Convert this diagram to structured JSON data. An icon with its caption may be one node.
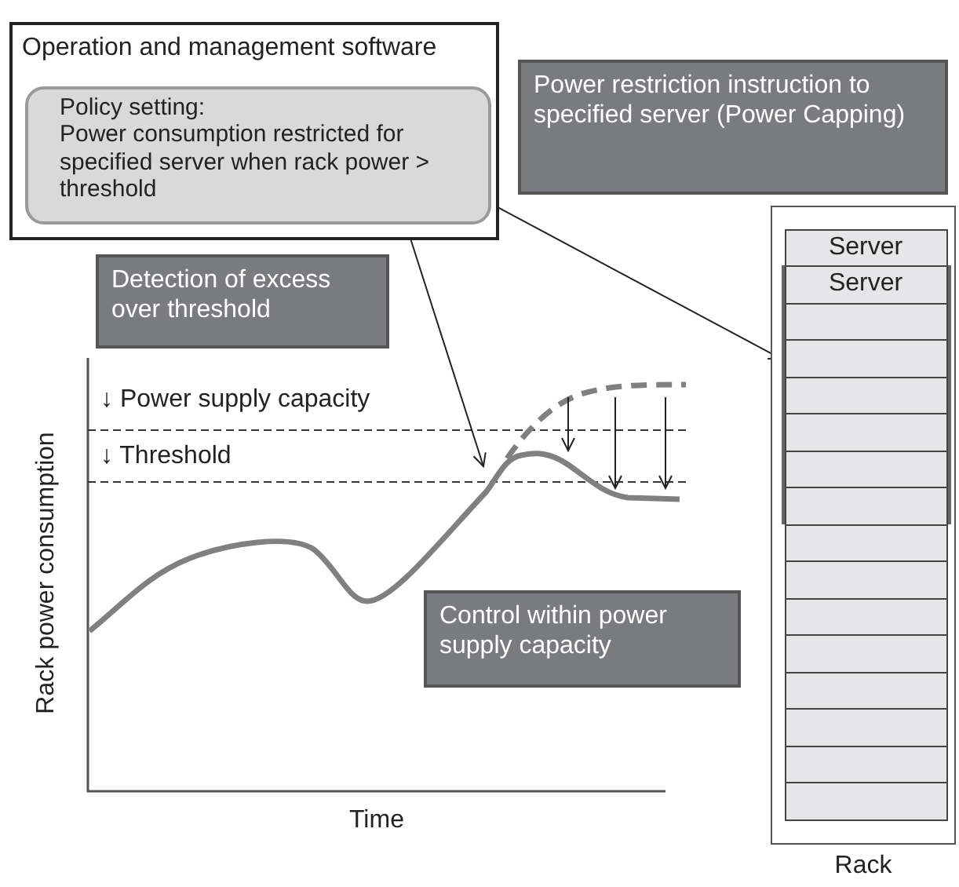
{
  "diagram": {
    "nodes": [
      {
        "text": [
          "Operation and management software"
        ]
      },
      {
        "text": [
          "Policy setting:",
          "Power consumption restricted for specified server when rack power > threshold"
        ],
        "in": 0
      },
      {
        "text": [
          "Power restriction instruction to specified server (Power Capping)"
        ]
      },
      {
        "text": [
          "Detection of excess over threshold"
        ]
      },
      {
        "text": [
          "Control within power supply capacity"
        ]
      },
      {
        "text": [],
        "shape": "box",
        "beside": [
          "Rack"
        ]
      },
      {
        "text": [
          "Server"
        ],
        "in": 5
      },
      {
        "text": [],
        "shape": "box",
        "in": 5
      },
      {
        "text": [
          "Server"
        ],
        "in": 7
      },
      {
        "text": [],
        "shape": "box",
        "in": 7
      },
      {
        "text": [],
        "shape": "box",
        "in": 7
      },
      {
        "text": [],
        "shape": "box",
        "in": 7
      },
      {
        "text": [],
        "shape": "box",
        "in": 7
      },
      {
        "text": [],
        "shape": "box",
        "in": 7
      },
      {
        "text": [],
        "shape": "box",
        "in": 7
      },
      {
        "text": [],
        "shape": "box",
        "in": 5
      },
      {
        "text": [],
        "shape": "box",
        "in": 5
      },
      {
        "text": [],
        "shape": "box",
        "in": 5
      },
      {
        "text": [],
        "shape": "box",
        "in": 5
      },
      {
        "text": [],
        "shape": "box",
        "in": 5
      },
      {
        "text": [],
        "shape": "box",
        "in": 5
      },
      {
        "text": [],
        "shape": "box",
        "in": 5
      },
      {
        "text": [],
        "shape": "box",
        "in": 5
      }
    ],
    "edges": [
      {
        "from": 1,
        "to": 7,
        "arrow": "to"
      },
      {
        "from": 0,
        "to": null,
        "arrow": "to"
      }
    ],
    "labels": [
      "↓ Power supply capacity",
      "↓ Threshold",
      "Rack power consumption",
      "Time"
    ]
  }
}
